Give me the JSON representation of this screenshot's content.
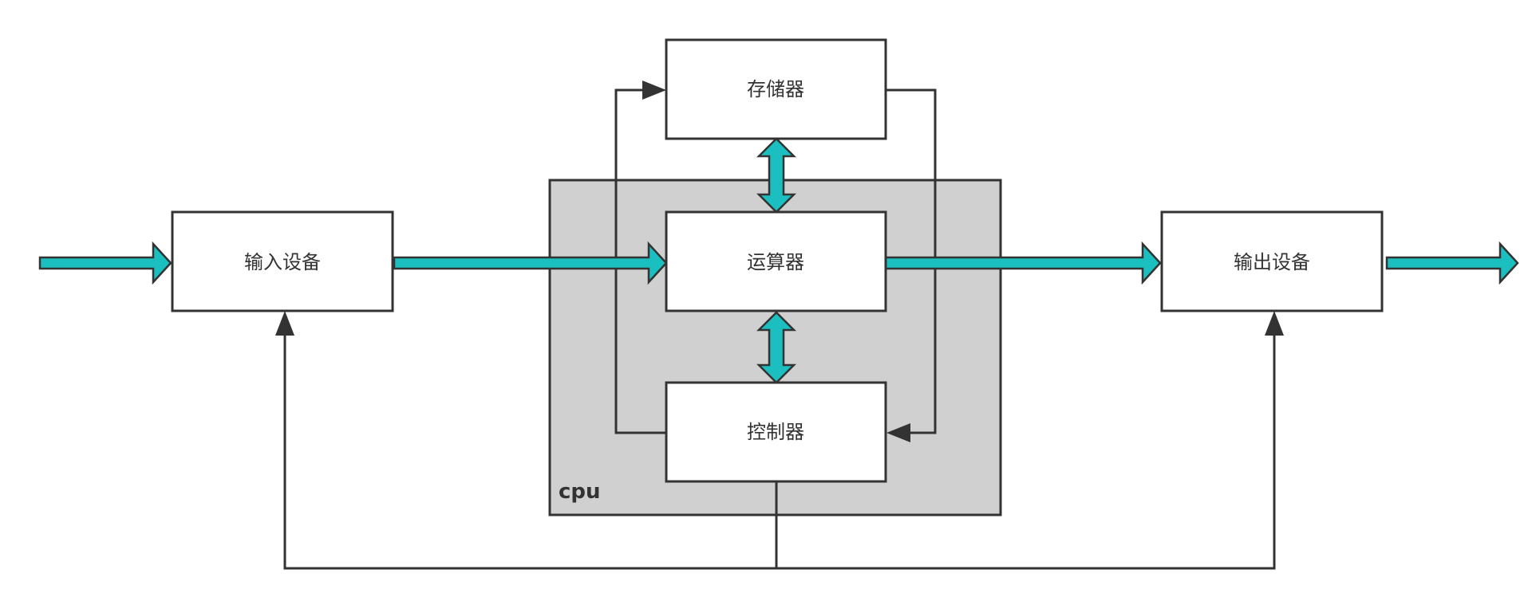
{
  "colors": {
    "flow_fill": "#1bbfbf",
    "line": "#333333",
    "cpu_fill": "#d0d0d0",
    "box_fill": "#ffffff"
  },
  "labels": {
    "storage": "存储器",
    "alu": "运算器",
    "control": "控制器",
    "input": "输入设备",
    "output": "输出设备",
    "cpu": "cpu"
  }
}
